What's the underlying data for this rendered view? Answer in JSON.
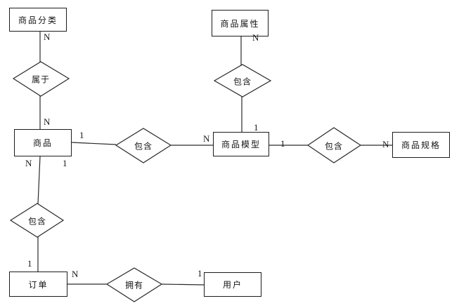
{
  "diagram": {
    "type": "entity-relationship-diagram",
    "entities": [
      {
        "id": "product-category",
        "label": "商品分类"
      },
      {
        "id": "product-attribute",
        "label": "商品属性"
      },
      {
        "id": "product",
        "label": "商品"
      },
      {
        "id": "product-model",
        "label": "商品模型"
      },
      {
        "id": "product-spec",
        "label": "商品规格"
      },
      {
        "id": "order",
        "label": "订单"
      },
      {
        "id": "user",
        "label": "用户"
      }
    ],
    "relationships": [
      {
        "id": "belongs-to",
        "label": "属于",
        "from": "商品",
        "to": "商品分类",
        "from_card": "N",
        "to_card": "N"
      },
      {
        "id": "contains-product-model",
        "label": "包含",
        "from": "商品",
        "to": "商品模型",
        "from_card": "1",
        "to_card": "N"
      },
      {
        "id": "contains-attribute",
        "label": "包含",
        "from": "商品属性",
        "to": "商品模型",
        "from_card": "N",
        "to_card": "1"
      },
      {
        "id": "contains-spec",
        "label": "包含",
        "from": "商品模型",
        "to": "商品规格",
        "from_card": "1",
        "to_card": "N"
      },
      {
        "id": "contains-order",
        "label": "包含",
        "from": "商品",
        "to": "订单",
        "from_card": "N",
        "to_card": "1"
      },
      {
        "id": "owns",
        "label": "拥有",
        "from": "订单",
        "to": "用户",
        "from_card": "N",
        "to_card": "1"
      }
    ],
    "cardinality_labels": [
      {
        "value": "N",
        "at": "product-category-bottom"
      },
      {
        "value": "N",
        "at": "product-top"
      },
      {
        "value": "1",
        "at": "product-right"
      },
      {
        "value": "N",
        "at": "product-bottom-left"
      },
      {
        "value": "1",
        "at": "product-bottom-right"
      },
      {
        "value": "N",
        "at": "product-model-left"
      },
      {
        "value": "1",
        "at": "product-model-top"
      },
      {
        "value": "N",
        "at": "product-attribute-bottom"
      },
      {
        "value": "1",
        "at": "product-model-right"
      },
      {
        "value": "N",
        "at": "product-spec-left"
      },
      {
        "value": "1",
        "at": "order-top"
      },
      {
        "value": "N",
        "at": "order-right"
      },
      {
        "value": "1",
        "at": "user-left"
      }
    ],
    "colors": {
      "background": "#ffffff",
      "line": "#2a2a2a",
      "text": "#141414"
    }
  }
}
